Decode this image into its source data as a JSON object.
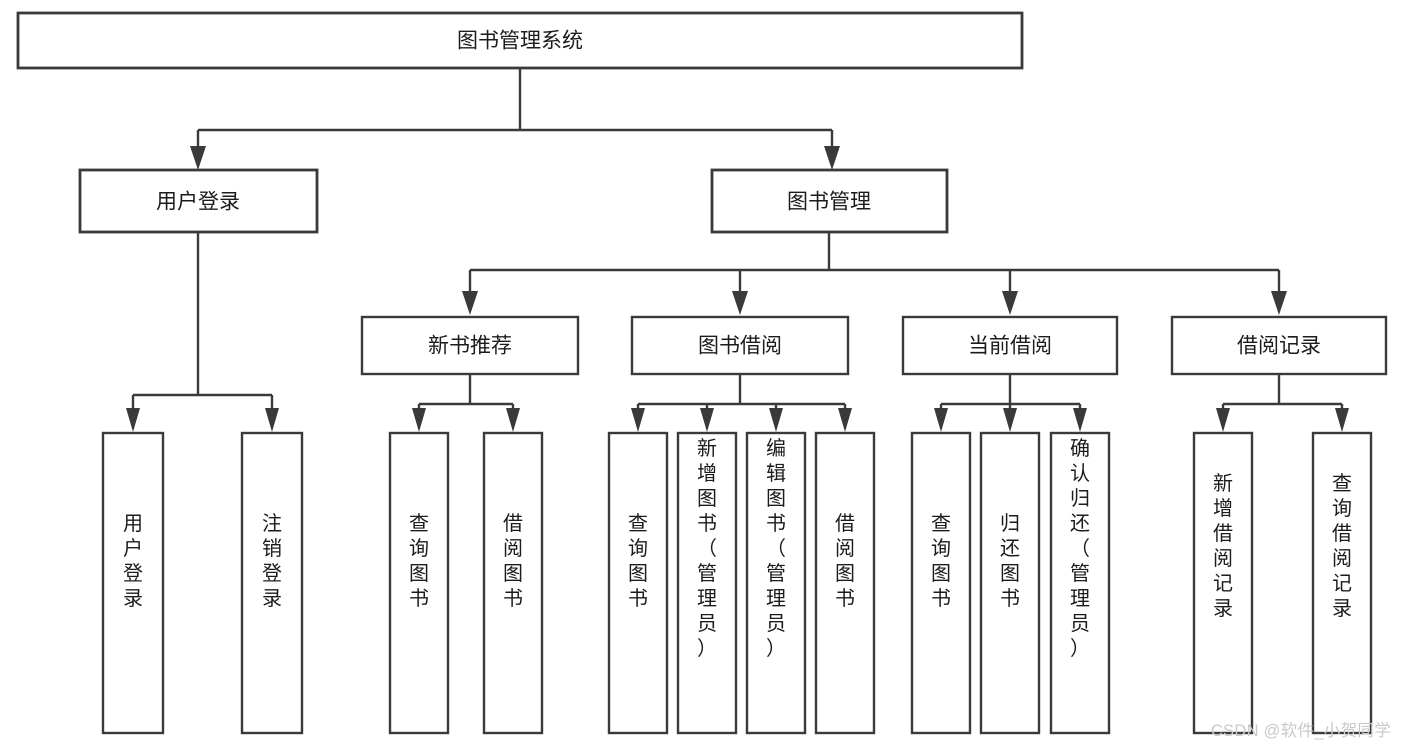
{
  "diagram": {
    "type": "tree-hierarchy",
    "title": "图书管理系统",
    "watermark": "CSDN @软件_小贺同学",
    "colors": {
      "stroke": "#3a3a3a",
      "fill": "#ffffff",
      "text": "#1c1c1c",
      "watermark": "#c9c9c9",
      "background": "#ffffff"
    },
    "levels": {
      "root": {
        "label": "图书管理系统"
      },
      "level2": [
        {
          "label": "用户登录"
        },
        {
          "label": "图书管理"
        }
      ],
      "level3": [
        {
          "label": "新书推荐",
          "parent": "图书管理"
        },
        {
          "label": "图书借阅",
          "parent": "图书管理"
        },
        {
          "label": "当前借阅",
          "parent": "图书管理"
        },
        {
          "label": "借阅记录",
          "parent": "图书管理"
        }
      ],
      "leaves": [
        {
          "label": "用户登录",
          "parent": "用户登录"
        },
        {
          "label": "注销登录",
          "parent": "用户登录"
        },
        {
          "label": "查询图书",
          "parent": "新书推荐"
        },
        {
          "label": "借阅图书",
          "parent": "新书推荐"
        },
        {
          "label": "查询图书",
          "parent": "图书借阅"
        },
        {
          "label": "新增图书（管理员）",
          "parent": "图书借阅"
        },
        {
          "label": "编辑图书（管理员）",
          "parent": "图书借阅"
        },
        {
          "label": "借阅图书",
          "parent": "图书借阅"
        },
        {
          "label": "查询图书",
          "parent": "当前借阅"
        },
        {
          "label": "归还图书",
          "parent": "当前借阅"
        },
        {
          "label": "确认归还（管理员）",
          "parent": "当前借阅"
        },
        {
          "label": "新增借阅记录",
          "parent": "借阅记录"
        },
        {
          "label": "查询借阅记录",
          "parent": "借阅记录"
        }
      ]
    }
  }
}
